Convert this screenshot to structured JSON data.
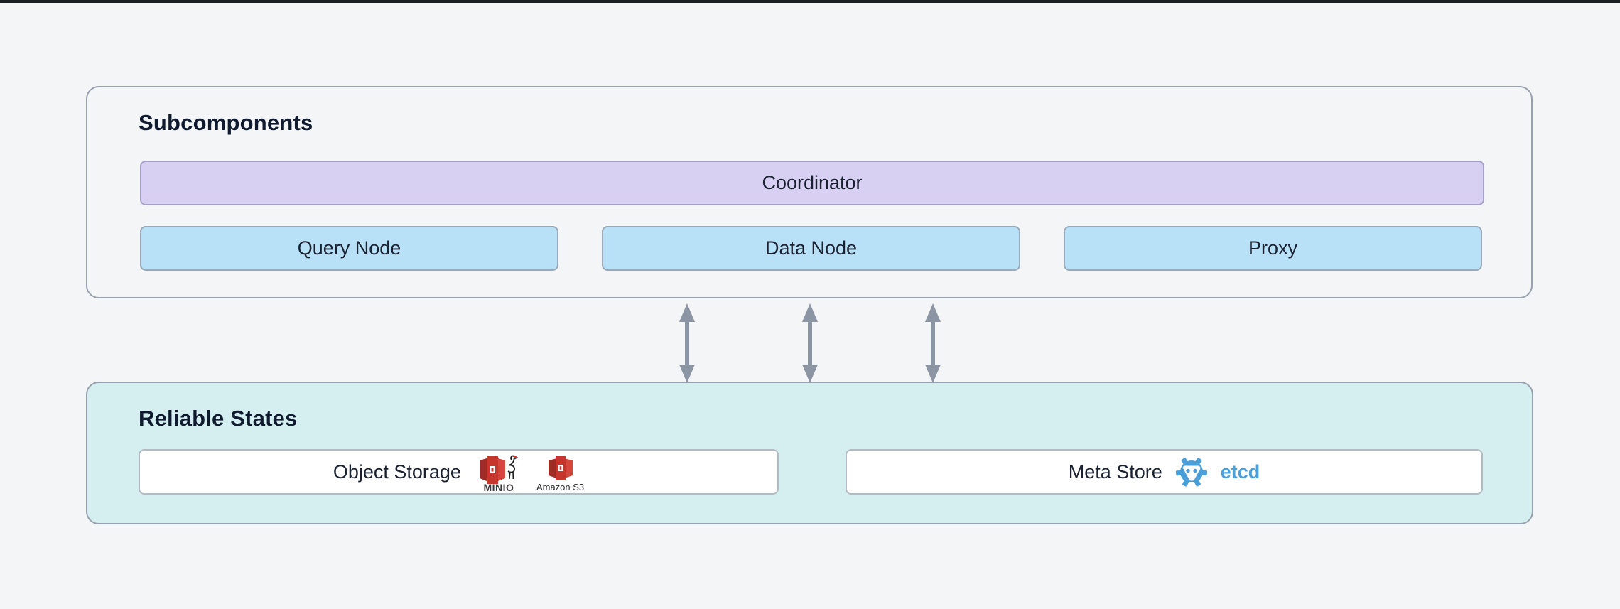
{
  "page": {
    "background_color": "#f4f5f7",
    "top_border_color": "#1b2026"
  },
  "subcomponents": {
    "title": "Subcomponents",
    "coordinator": {
      "label": "Coordinator",
      "fill_color": "#d8d0f2"
    },
    "nodes": [
      {
        "label": "Query Node"
      },
      {
        "label": "Data Node"
      },
      {
        "label": "Proxy"
      }
    ],
    "node_fill_color": "#b8e1f8"
  },
  "connections": {
    "arrow_count": 3,
    "style": "bidirectional-vertical",
    "color": "#8b95a3"
  },
  "reliable_states": {
    "title": "Reliable States",
    "fill_color": "#d5eff0",
    "object_storage": {
      "label": "Object Storage",
      "logos": [
        {
          "name": "MinIO",
          "caption": "MINIO",
          "color": "#c7362d"
        },
        {
          "name": "Amazon S3",
          "caption": "Amazon S3",
          "color": "#c7362d"
        }
      ]
    },
    "meta_store": {
      "label": "Meta Store",
      "logo": {
        "name": "etcd",
        "wordmark": "etcd",
        "color": "#4aa0dc"
      }
    }
  }
}
